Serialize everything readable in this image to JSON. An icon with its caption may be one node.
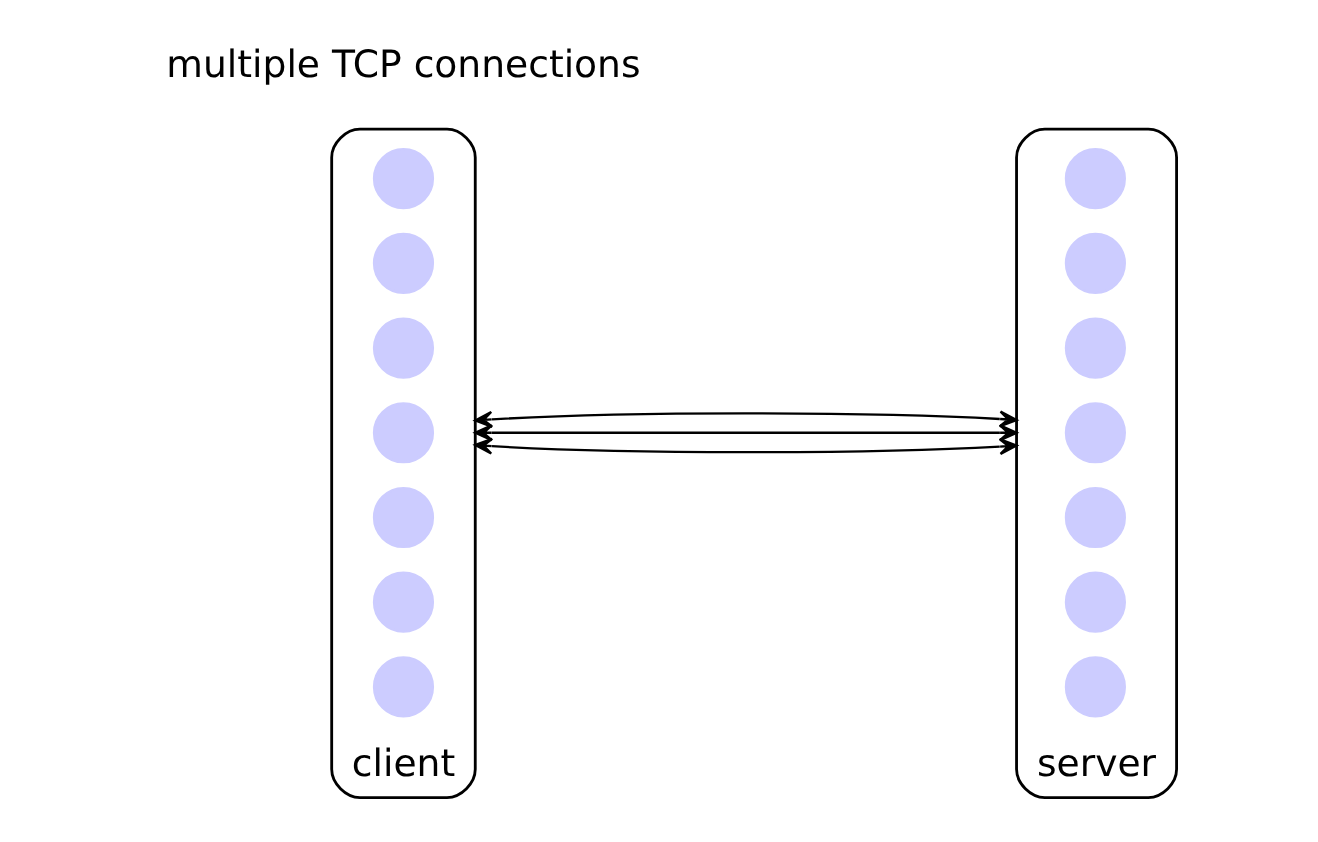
{
  "diagram": {
    "nodes": [
      {
        "text": [
          "client"
        ]
      },
      {
        "text": [],
        "shape": "circle",
        "in": 0
      },
      {
        "text": [],
        "shape": "circle",
        "in": 0
      },
      {
        "text": [],
        "shape": "circle",
        "in": 0
      },
      {
        "text": [],
        "shape": "circle",
        "in": 0
      },
      {
        "text": [],
        "shape": "circle",
        "in": 0
      },
      {
        "text": [],
        "shape": "circle",
        "in": 0
      },
      {
        "text": [],
        "shape": "circle",
        "in": 0
      },
      {
        "text": [
          "server"
        ]
      },
      {
        "text": [],
        "shape": "circle",
        "in": 8
      },
      {
        "text": [],
        "shape": "circle",
        "in": 8
      },
      {
        "text": [],
        "shape": "circle",
        "in": 8
      },
      {
        "text": [],
        "shape": "circle",
        "in": 8
      },
      {
        "text": [],
        "shape": "circle",
        "in": 8
      },
      {
        "text": [],
        "shape": "circle",
        "in": 8
      },
      {
        "text": [],
        "shape": "circle",
        "in": 8
      }
    ],
    "edges": [
      {
        "from": 0,
        "to": 8,
        "arrow": "both"
      },
      {
        "from": 0,
        "to": 8,
        "arrow": "both"
      },
      {
        "from": 0,
        "to": 8,
        "arrow": "both"
      }
    ],
    "labels": [
      "multiple TCP connections"
    ]
  }
}
